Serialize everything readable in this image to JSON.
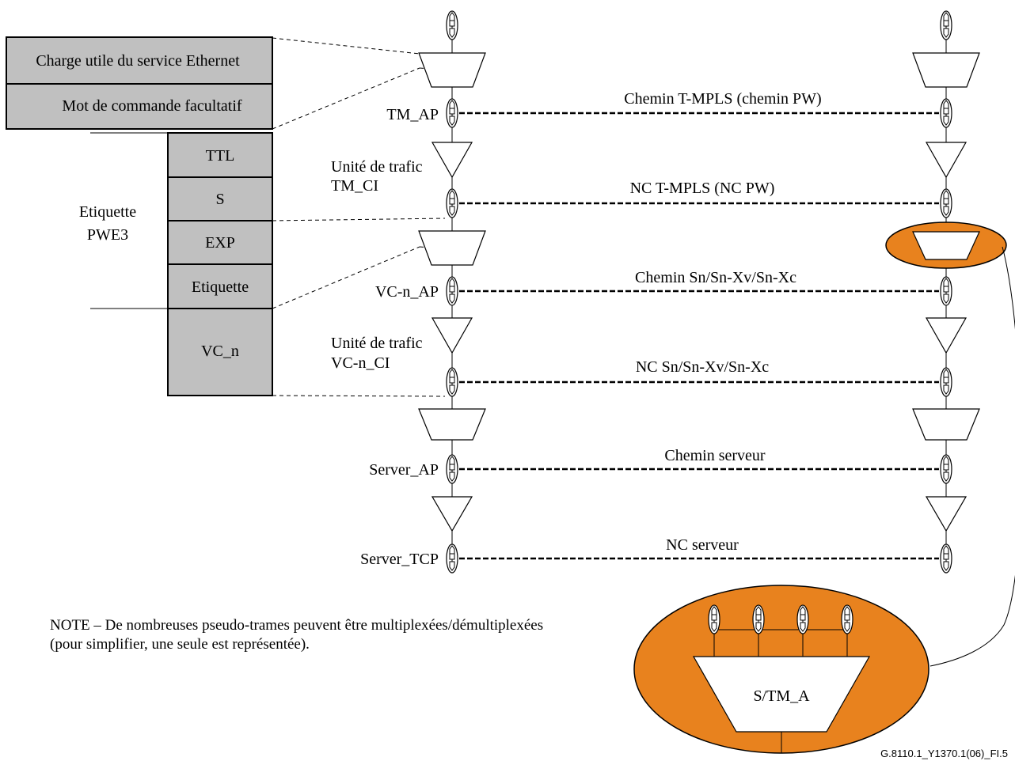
{
  "frame_stack": {
    "payload": "Charge utile du service Ethernet",
    "control_word": "Mot de commande facultatif",
    "label_fields": [
      "TTL",
      "S",
      "EXP",
      "Etiquette"
    ],
    "vc": "VC_n",
    "group_label_line1": "Etiquette",
    "group_label_line2": "PWE3"
  },
  "left_labels": {
    "tm_ap": "TM_AP",
    "traffic_unit_1": "Unité de trafic",
    "tm_ci": "TM_CI",
    "vcn_ap": "VC-n_AP",
    "traffic_unit_2": "Unité de trafic",
    "vcn_ci": "VC-n_CI",
    "server_ap": "Server_AP",
    "server_tcp": "Server_TCP"
  },
  "connections": {
    "tmpls_path": "Chemin T-MPLS (chemin PW)",
    "tmpls_nc": "NC T-MPLS (NC PW)",
    "sn_path": "Chemin Sn/Sn-Xv/Sn-Xc",
    "sn_nc": "NC Sn/Sn-Xv/Sn-Xc",
    "server_path": "Chemin serveur",
    "server_nc": "NC serveur"
  },
  "detail": {
    "adaptation_label": "S/TM_A"
  },
  "note": {
    "line1": "NOTE – De nombreuses pseudo-trames peuvent être multiplexées/démultiplexées",
    "line2": "(pour simplifier, une seule est représentée)."
  },
  "figure_ref": "G.8110.1_Y1370.1(06)_FI.5",
  "colors": {
    "highlight": "#e8821e",
    "field_fill": "#c0c0c0"
  }
}
